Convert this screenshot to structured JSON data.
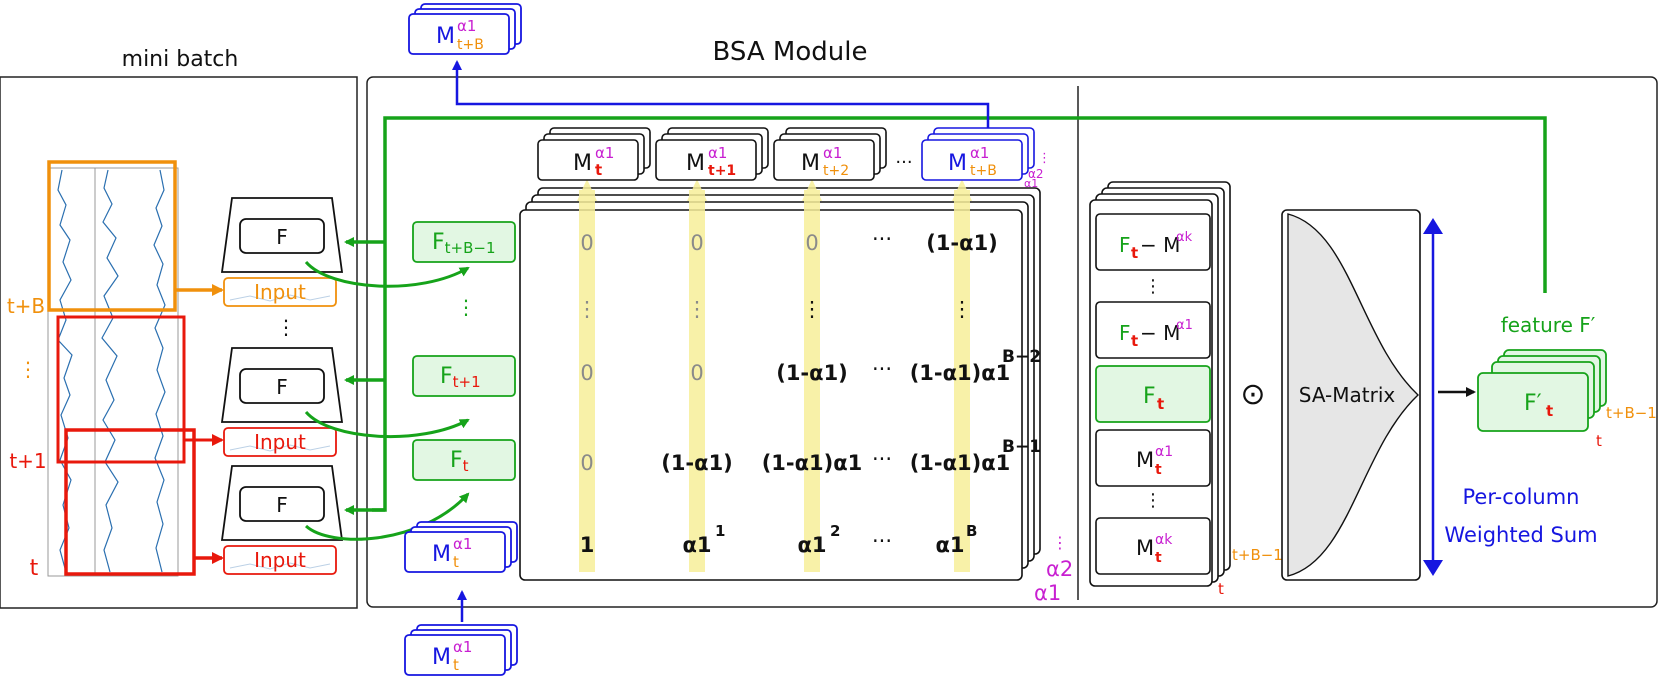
{
  "colors": {
    "green": "#16a31a",
    "green_fill": "#e2f7e3",
    "red": "#e8180c",
    "orange": "#f0900c",
    "purple": "#c81fd1",
    "blue": "#1616e0",
    "yellow": "#f7ef9a",
    "signal": "#2a6fb0"
  },
  "titles": {
    "mini_batch": "mini batch",
    "bsa_module": "BSA Module"
  },
  "minibatch": {
    "labels": {
      "t_b": "t+B",
      "dots": "⋮",
      "t_1": "t+1",
      "t": "t"
    }
  },
  "encoders": {
    "f_label": "F",
    "input_label": "Input",
    "dots": "⋮"
  },
  "features": {
    "F": "F",
    "sub_tB1": "t+B−1",
    "sub_t1": "t+1",
    "sub_t": "t",
    "dots": "⋮"
  },
  "memory": {
    "M": "M",
    "alpha1": "α1",
    "sub_t": "t",
    "sub_t1": "t+1",
    "sub_t2": "t+2",
    "sub_tB": "t+B",
    "ellipsis": "···",
    "stack_alpha2": "α2",
    "stack_alpha1": "α1",
    "stack_dots": "⋮"
  },
  "matrix": {
    "rows": [
      [
        "0",
        "0",
        "0",
        "···",
        "(1-α1)"
      ],
      [
        "⋮",
        "⋮",
        "⋮",
        "",
        "⋮"
      ],
      [
        "0",
        "0",
        "(1-α1)",
        "···",
        "(1-α1)α1"
      ],
      [
        "0",
        "(1-α1)",
        "(1-α1)α1",
        "···",
        "(1-α1)α1"
      ],
      [
        "1",
        "α1",
        "α1",
        "···",
        "α1"
      ]
    ],
    "exp_B2": "B−2",
    "exp_B1": "B−1",
    "exp_1": "1",
    "exp_2": "2",
    "exp_B": "B",
    "stack_alpha2": "α2",
    "stack_alpha1": "α1",
    "stack_dots": "⋮"
  },
  "right_stack": {
    "F": "F",
    "sub_t": "t",
    "minus": "− M",
    "alpha_k": "αk",
    "alpha_1": "α1",
    "dots": "⋮",
    "M": "M",
    "corner_tB1": "t+B−1",
    "corner_t": "t"
  },
  "odot": "⊙",
  "sa_matrix": {
    "label": "SA-Matrix"
  },
  "weighted_sum": {
    "line1": "Per-column",
    "line2": "Weighted Sum"
  },
  "output": {
    "feature_label": "feature F′",
    "F_prime": "F′",
    "sub_t": "t",
    "corner_tB1": "t+B−1",
    "corner_t": "t"
  }
}
